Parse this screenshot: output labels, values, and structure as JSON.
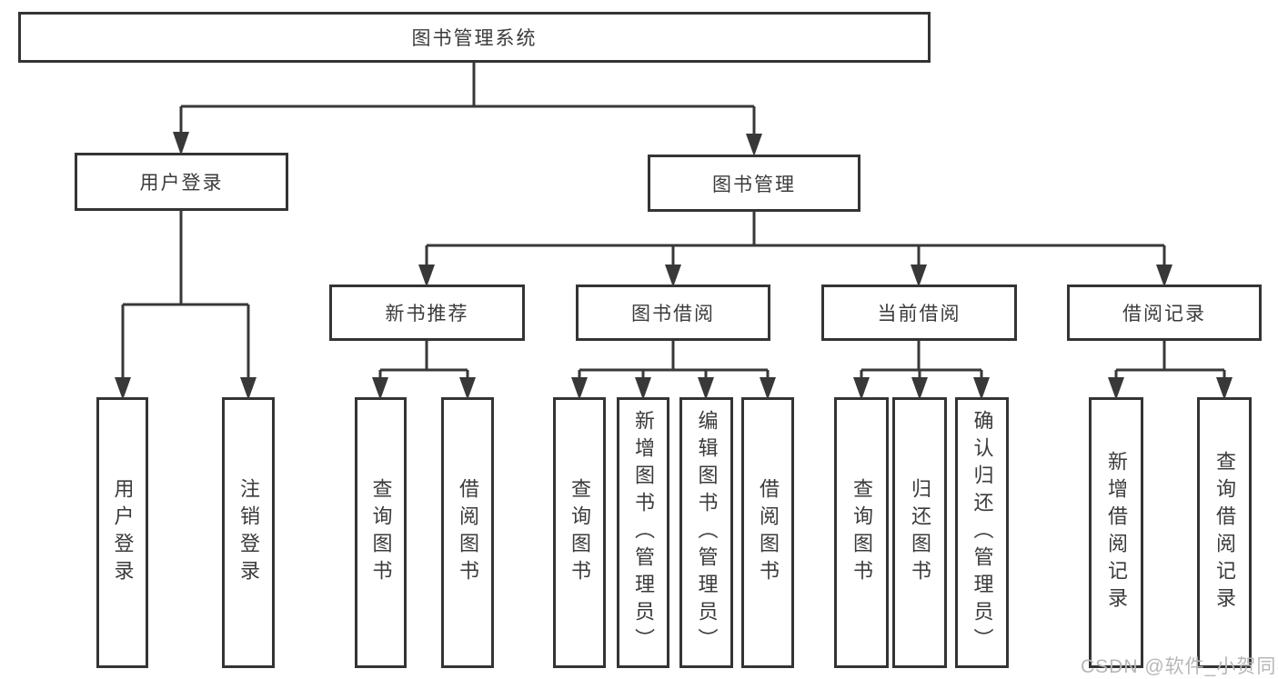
{
  "diagram": {
    "type": "hierarchy-tree",
    "root": {
      "label": "图书管理系统"
    },
    "level2": [
      {
        "label": "用户登录",
        "parent": "图书管理系统"
      },
      {
        "label": "图书管理",
        "parent": "图书管理系统"
      }
    ],
    "level3": [
      {
        "label": "新书推荐",
        "parent": "图书管理"
      },
      {
        "label": "图书借阅",
        "parent": "图书管理"
      },
      {
        "label": "当前借阅",
        "parent": "图书管理"
      },
      {
        "label": "借阅记录",
        "parent": "图书管理"
      }
    ],
    "leaves": [
      {
        "label": "用户登录",
        "parent": "用户登录"
      },
      {
        "label": "注销登录",
        "parent": "用户登录"
      },
      {
        "label": "查询图书",
        "parent": "新书推荐"
      },
      {
        "label": "借阅图书",
        "parent": "新书推荐"
      },
      {
        "label": "查询图书",
        "parent": "图书借阅"
      },
      {
        "label": "新增图书（管理员）",
        "parent": "图书借阅"
      },
      {
        "label": "编辑图书（管理员）",
        "parent": "图书借阅"
      },
      {
        "label": "借阅图书",
        "parent": "图书借阅"
      },
      {
        "label": "查询图书",
        "parent": "当前借阅"
      },
      {
        "label": "归还图书",
        "parent": "当前借阅"
      },
      {
        "label": "确认归还（管理员）",
        "parent": "当前借阅"
      },
      {
        "label": "新增借阅记录",
        "parent": "借阅记录"
      },
      {
        "label": "查询借阅记录",
        "parent": "借阅记录"
      }
    ],
    "watermark": {
      "label": "CSDN @软件_小贺同学"
    },
    "colors": {
      "line": "#383838",
      "box_border": "#343434",
      "text": "#3b3b3b",
      "watermark": "#b7b7b7",
      "background": "#ffffff"
    }
  }
}
